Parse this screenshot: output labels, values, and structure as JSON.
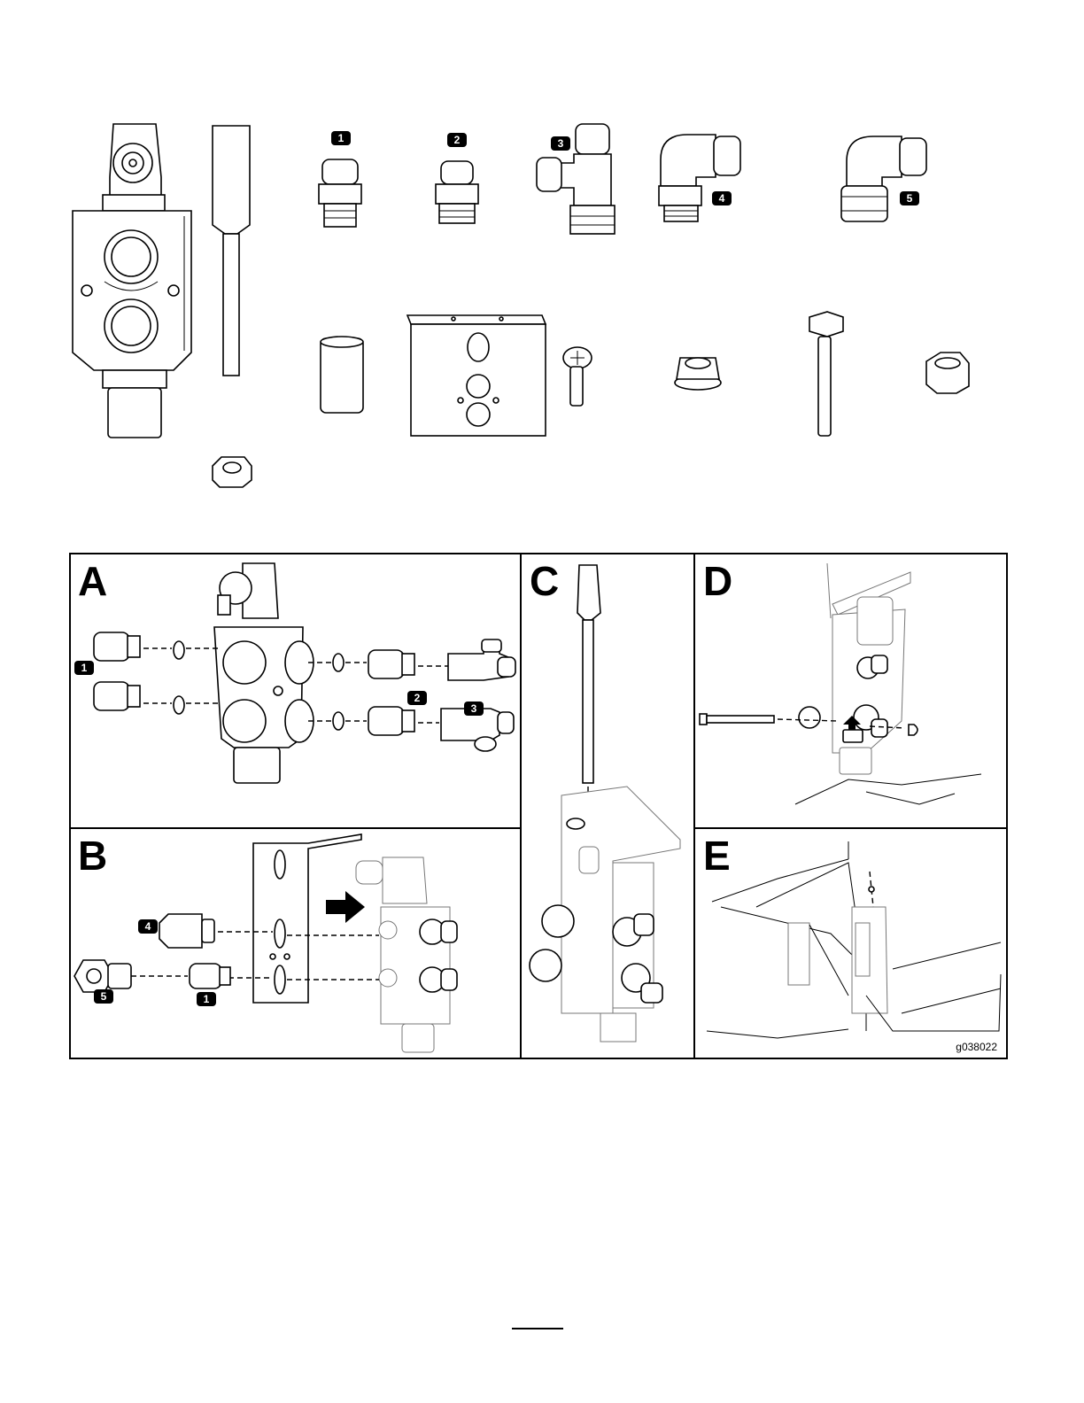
{
  "parts_callouts": {
    "c1": "1",
    "c2": "2",
    "c3": "3",
    "c4": "4",
    "c5": "5"
  },
  "panels": {
    "a": {
      "letter": "A",
      "callouts": [
        "1",
        "2",
        "3"
      ]
    },
    "b": {
      "letter": "B",
      "callouts": [
        "4",
        "5",
        "1"
      ]
    },
    "c": {
      "letter": "C"
    },
    "d": {
      "letter": "D"
    },
    "e": {
      "letter": "E"
    }
  },
  "figure_id": "g038022"
}
